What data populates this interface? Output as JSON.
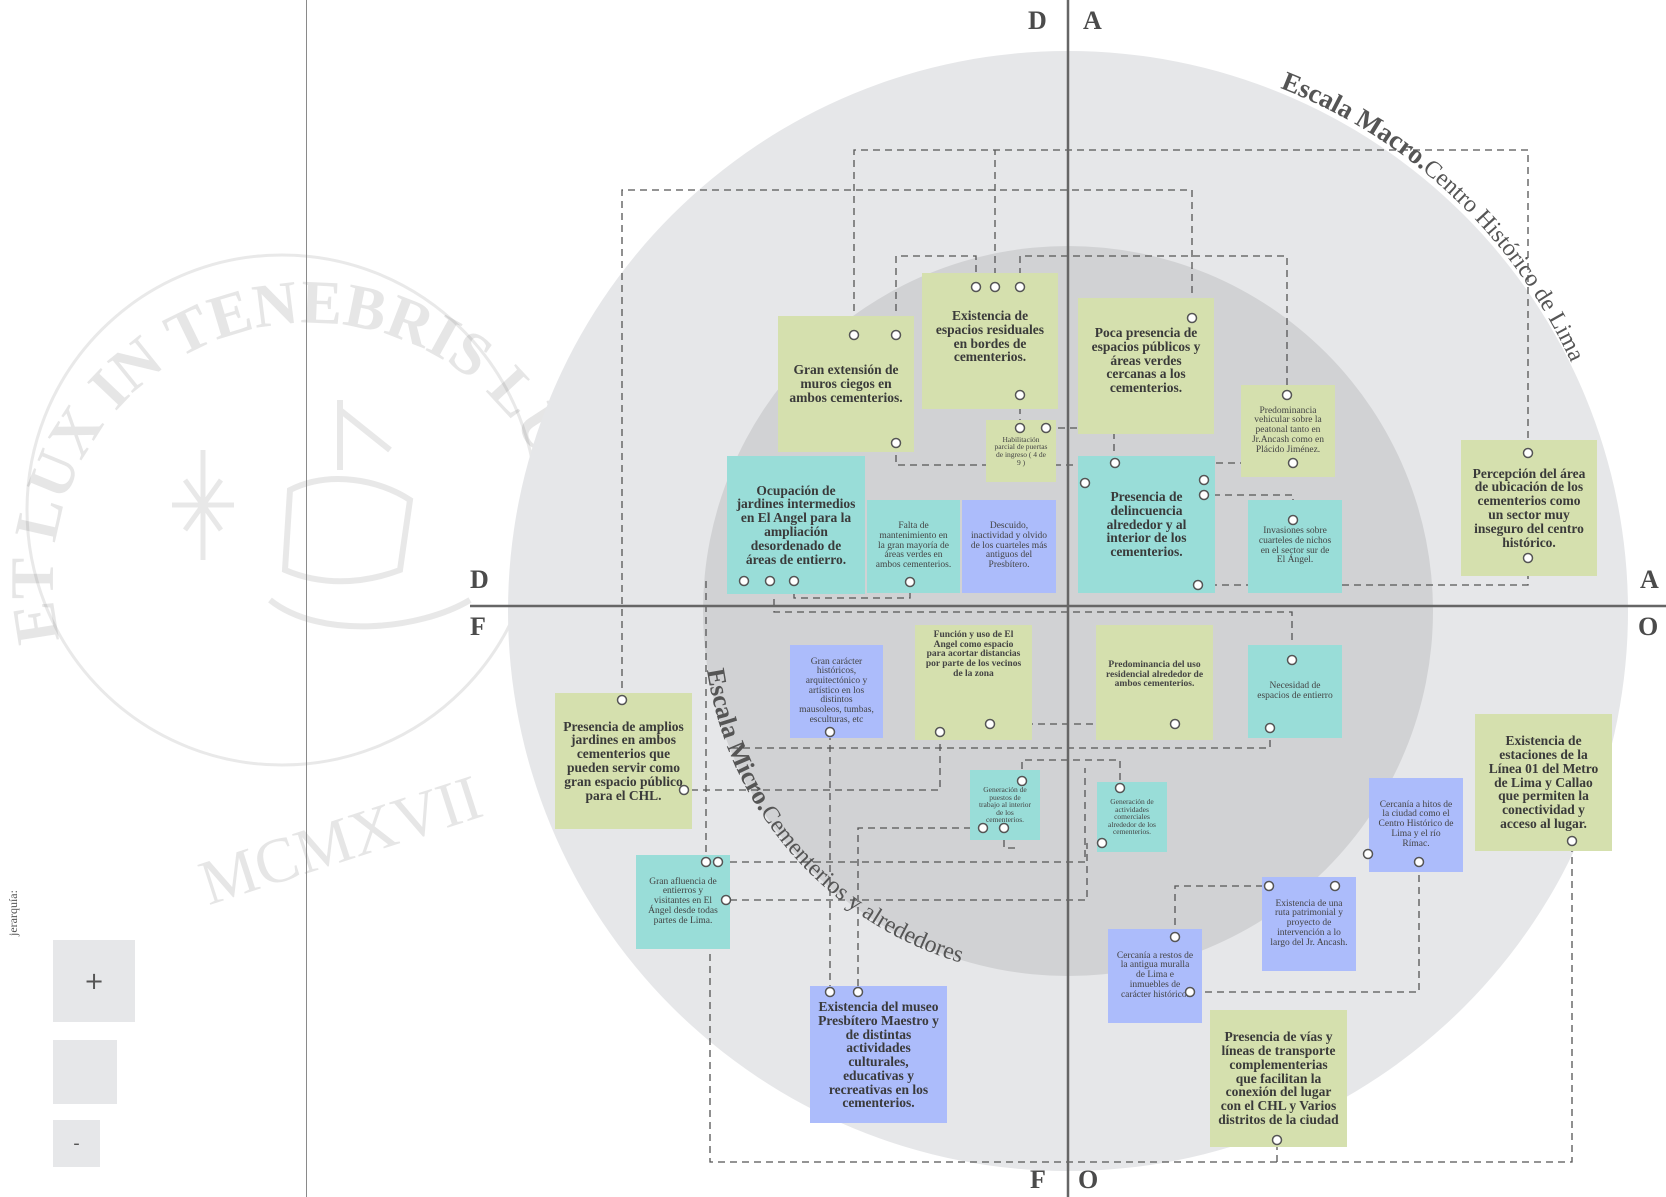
{
  "sidebar": {
    "hierarchy_label": "jerarquía:",
    "zoom_in_label": "+",
    "zoom_reset_label": "",
    "zoom_out_label": "-"
  },
  "watermark": {
    "motto": "ET LUX IN TENEBRIS LUCET",
    "year": "MCMXVII"
  },
  "axes": {
    "top_left": "D",
    "top_right": "A",
    "left_top": "D",
    "left_bottom": "F",
    "right_top": "A",
    "right_bottom": "O",
    "bottom_left": "F",
    "bottom_right": "O"
  },
  "scales": {
    "macro_bold": "Escala Macro.",
    "macro_rest": "Centro Histórico de Lima",
    "micro_bold": "Escala Micro.",
    "micro_rest": "Cementerios y alrededores"
  },
  "colors": {
    "green": "#d5e0ae",
    "teal": "#99ddd8",
    "blue": "#acbcfb",
    "outer_circle": "#e6e7e9",
    "inner_circle": "#d1d2d4"
  },
  "notes": [
    {
      "id": "n1",
      "text": "Gran extensión de muros ciegos en ambos cementerios.",
      "color": "green",
      "style": "bold"
    },
    {
      "id": "n2",
      "text": "Existencia de espacios residuales en bordes de cementerios.",
      "color": "green",
      "style": "bold"
    },
    {
      "id": "n3",
      "text": "Poca presencia de espacios públicos y áreas verdes cercanas a los cementerios.",
      "color": "green",
      "style": "bold"
    },
    {
      "id": "n4",
      "text": "Habilitación parcial de puertas de ingreso ( 4 de 9 )",
      "color": "green",
      "style": "tiny"
    },
    {
      "id": "n5",
      "text": "Predominancia vehicular sobre la peatonal tanto en Jr.Ancash como en Plácido Jiménez.",
      "color": "green",
      "style": "small"
    },
    {
      "id": "n6",
      "text": "Ocupación de jardines intermedios en El Angel para la ampliación desordenado de áreas de entierro.",
      "color": "teal",
      "style": "bold"
    },
    {
      "id": "n7",
      "text": "Falta de mantenimiento en la gran mayoría de áreas verdes en ambos cementerios.",
      "color": "teal",
      "style": "small"
    },
    {
      "id": "n8",
      "text": "Descuido, inactividad y olvido de los cuarteles más antiguos del Presbítero.",
      "color": "blue",
      "style": "small"
    },
    {
      "id": "n9",
      "text": "Presencia de delincuencia alrededor y al interior de los cementerios.",
      "color": "teal",
      "style": "bold"
    },
    {
      "id": "n10",
      "text": "Invasiones sobre cuarteles de nichos en el sector sur de El Ángel.",
      "color": "teal",
      "style": "small"
    },
    {
      "id": "n11",
      "text": "Percepción del área de ubicación de los cementerios como un sector muy inseguro del centro histórico.",
      "color": "green",
      "style": "bold"
    },
    {
      "id": "n12",
      "text": "Gran carácter históricos, arquitectónico y artístico en los distintos mausoleos, tumbas, esculturas, etc",
      "color": "blue",
      "style": "small"
    },
    {
      "id": "n13",
      "text": "Función y uso de El Angel como espacio para acortar distancias por parte de los vecinos de la zona",
      "color": "green",
      "style": "small"
    },
    {
      "id": "n14",
      "text": "Predominancia del uso residencial alrededor de ambos cementerios.",
      "color": "green",
      "style": "small"
    },
    {
      "id": "n15",
      "text": "Necesidad de espacios de entierro",
      "color": "teal",
      "style": "small"
    },
    {
      "id": "n16",
      "text": "Presencia de amplios jardines en ambos cementerios que pueden servir como gran espacio público para el CHL.",
      "color": "green",
      "style": "bold"
    },
    {
      "id": "n17",
      "text": "Generación de puestos de trabajo al interior de los cementerios.",
      "color": "teal",
      "style": "tiny"
    },
    {
      "id": "n18",
      "text": "Generación de actividades comerciales alrededor de los cementerios.",
      "color": "teal",
      "style": "tiny"
    },
    {
      "id": "n19",
      "text": "Existencia de estaciones de la Línea 01 del Metro de Lima y Callao que permiten la conectividad y acceso al lugar.",
      "color": "green",
      "style": "bold"
    },
    {
      "id": "n20",
      "text": "Cercanía a hitos de la ciudad como el Centro Histórico de Lima y el río Rímac.",
      "color": "blue",
      "style": "small"
    },
    {
      "id": "n21",
      "text": "Gran afluencia de entierros y visitantes en El Ángel desde todas partes de Lima.",
      "color": "teal",
      "style": "small"
    },
    {
      "id": "n22",
      "text": "Existencia de una ruta patrimonial y proyecto de intervención a lo largo del Jr. Ancash.",
      "color": "blue",
      "style": "small"
    },
    {
      "id": "n23",
      "text": "Cercanía a restos de la antigua muralla de Lima e inmuebles de carácter histórico.",
      "color": "blue",
      "style": "small"
    },
    {
      "id": "n24",
      "text": "Existencia del museo Presbítero Maestro y de distintas actividades culturales, educativas y recreativas en los cementerios.",
      "color": "blue",
      "style": "bold"
    },
    {
      "id": "n25",
      "text": "Presencia de vías y líneas de transporte complementerias que facilitan la conexión del lugar con el CHL y Varios distritos de la ciudad",
      "color": "green",
      "style": "bold"
    }
  ]
}
